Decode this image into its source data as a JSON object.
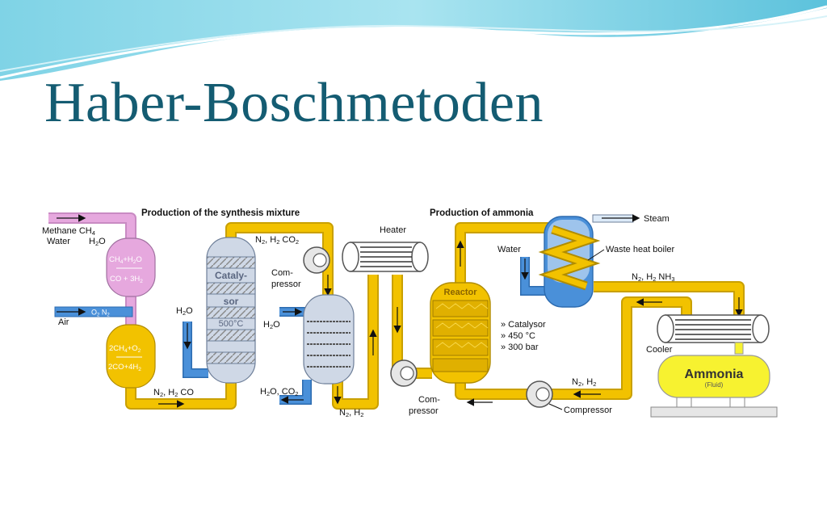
{
  "slide": {
    "title": "Haber-Boschmetoden",
    "accent_color": "#145c72"
  },
  "diagram": {
    "section_synthesis": "Production of the synthesis mixture",
    "section_ammonia": "Production of ammonia",
    "input_methane": "Methane CH",
    "input_methane_sub": "4",
    "input_water": "Water",
    "input_water_formula": "H",
    "input_water_sub": "2",
    "input_water_tail": "O",
    "input_air": "Air",
    "air_formula": "O",
    "air_sub": "2",
    "air_formula2": " N",
    "air_sub2": "2",
    "reformer_top_line1": "CH",
    "reformer_top_line1_sub": "4",
    "reformer_top_line1_b": "+H",
    "reformer_top_line1_sub2": "2",
    "reformer_top_line1_c": "O",
    "reformer_top_line2": "CO + 3H",
    "reformer_top_line2_sub": "2",
    "reformer_bottom_line1": "2CH",
    "reformer_bottom_line1_sub": "4",
    "reformer_bottom_line1_b": "+O",
    "reformer_bottom_line1_sub2": "2",
    "reformer_bottom_line2": "2CO+4H",
    "reformer_bottom_line2_sub": "2",
    "catalyzer_line1": "Cataly-",
    "catalyzer_line2": "sor",
    "catalyzer_temp": "500°C",
    "water_in_1": "H",
    "water_in_1_sub": "2",
    "water_in_1_tail": "O",
    "water_in_2": "H",
    "water_in_2_sub": "2",
    "water_in_2_tail": "O",
    "stream_n2h2co": "N",
    "stream_n2h2co_sub": "2",
    "stream_n2h2co_b": ", H",
    "stream_n2h2co_sub2": "2",
    "stream_n2h2co_c": " CO",
    "stream_top": "N",
    "stream_top_sub": "2",
    "stream_top_b": ", H",
    "stream_top_sub2": "2",
    "stream_top_c": " CO",
    "stream_top_sub3": "2",
    "compressor1_line1": "Com-",
    "compressor1_line2": "pressor",
    "outlet_h2o_co2": "H",
    "outlet_h2o_co2_sub": "2",
    "outlet_h2o_co2_b": "O, CO",
    "outlet_h2o_co2_sub2": "2",
    "stream_n2h2_bottom": "N",
    "stream_n2h2_bottom_sub": "2",
    "stream_n2h2_bottom_b": ", H",
    "stream_n2h2_bottom_sub2": "2",
    "heater": "Heater",
    "compressor2_line1": "Com-",
    "compressor2_line2": "pressor",
    "reactor": "Reactor",
    "conditions": [
      "» Catalysor",
      "» 450 °C",
      "» 300 bar"
    ],
    "water_boiler": "Water",
    "steam": "Steam",
    "waste_heat_boiler": "Waste heat boiler",
    "stream_nh3": "N",
    "stream_nh3_sub": "2",
    "stream_nh3_b": ", H",
    "stream_nh3_sub2": "2",
    "stream_nh3_c": " NH",
    "stream_nh3_sub3": "3",
    "recycle": "N",
    "recycle_sub": "2",
    "recycle_b": ", H",
    "recycle_sub2": "2",
    "compressor3": "Compressor",
    "cooler": "Cooler",
    "ammonia": "Ammonia",
    "ammonia_state": "(Fluid)",
    "colors": {
      "pipe": "#f2c200",
      "pipe_dark": "#c9a000",
      "air": "#4a90d9",
      "methane": "#e6a8de",
      "vessel": "#cfd8e6",
      "ammonia_tank": "#f7f230"
    }
  }
}
